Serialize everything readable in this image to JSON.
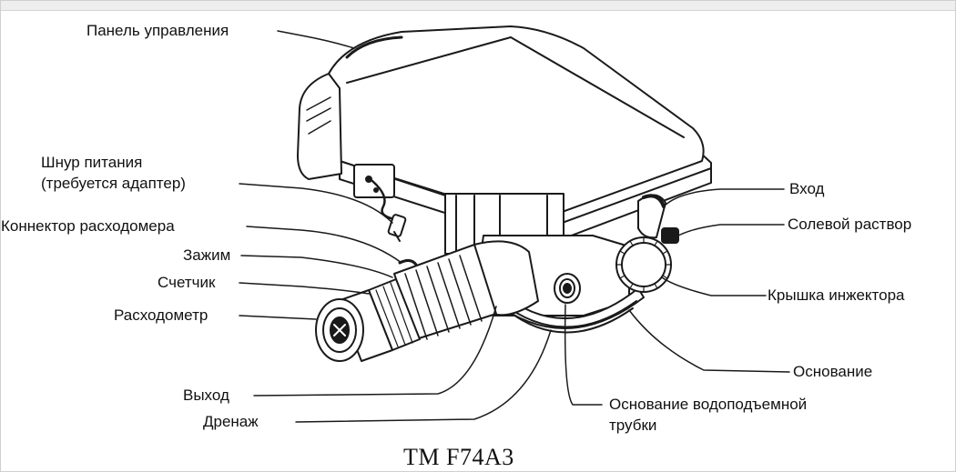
{
  "labels": {
    "control_panel": "Панель управления",
    "power_cord_line1": "Шнур питания",
    "power_cord_line2": "(требуется адаптер)",
    "flowmeter_connector": "Коннектор расходомера",
    "clamp": "Зажим",
    "counter": "Счетчик",
    "flowmeter": "Расходометр",
    "outlet": "Выход",
    "drain": "Дренаж",
    "inlet": "Вход",
    "brine": "Солевой раствор",
    "injector_cap": "Крышка инжектора",
    "base": "Основание",
    "riser_base_line1": "Основание водоподъемной",
    "riser_base_line2": "трубки",
    "model": "TM F74A3"
  }
}
